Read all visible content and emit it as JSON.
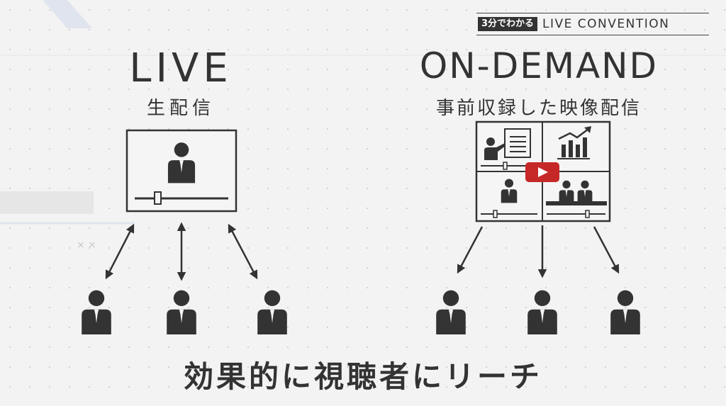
{
  "header": {
    "badge": "3分でわかる",
    "title": "LIVE CONVENTION"
  },
  "live": {
    "title": "LIVE",
    "subtitle": "生配信"
  },
  "on_demand": {
    "title": "ON-DEMAND",
    "subtitle": "事前収録した映像配信"
  },
  "tagline": "効果的に視聴者にリーチ",
  "colors": {
    "ink": "#333333",
    "play_button": "#c62828",
    "background": "#f3f3f3"
  },
  "icons": [
    "person-icon",
    "presenter-icon",
    "bar-chart-icon",
    "play-button-icon",
    "slider-icon",
    "arrow-icon"
  ]
}
